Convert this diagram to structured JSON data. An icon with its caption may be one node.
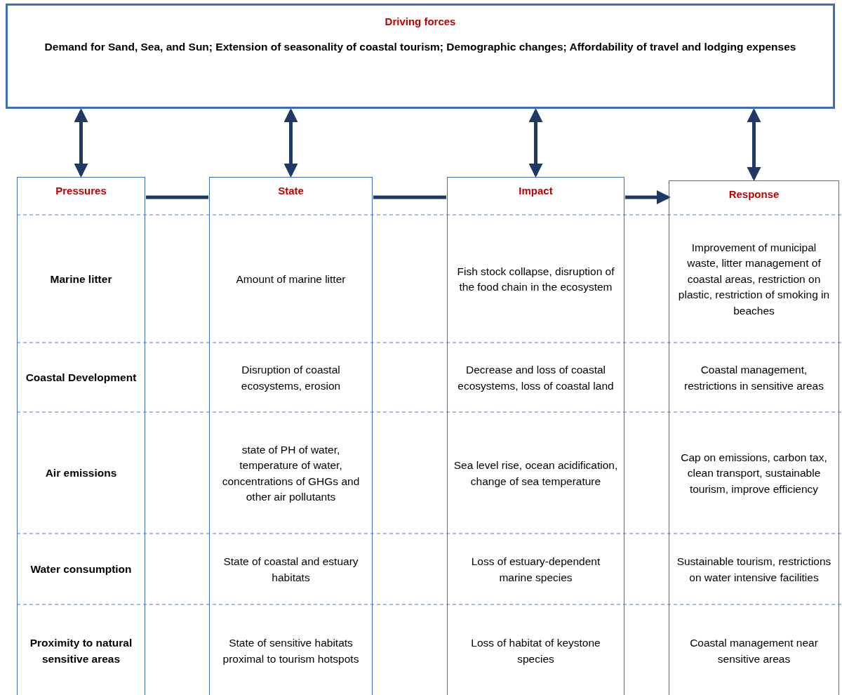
{
  "diagram": {
    "nodes": [
      {
        "text": [
          "Driving forces",
          "Demand for Sand, Sea, and Sun; Extension of seasonality of coastal tourism; Demographic changes; Affordability of travel and lodging expenses"
        ]
      },
      {
        "text": [
          "Pressures"
        ]
      },
      {
        "text": [
          "Marine litter"
        ],
        "in": 1
      },
      {
        "text": [
          "Coastal Development"
        ],
        "in": 1
      },
      {
        "text": [
          "Air emissions"
        ],
        "in": 1
      },
      {
        "text": [
          "Water consumption"
        ],
        "in": 1
      },
      {
        "text": [
          "Proximity to natural sensitive areas"
        ],
        "in": 1
      },
      {
        "text": [
          "State"
        ]
      },
      {
        "text": [
          "Amount of marine litter"
        ],
        "in": 7
      },
      {
        "text": [
          "Disruption of coastal ecosystems, erosion"
        ],
        "in": 7
      },
      {
        "text": [
          "state of PH of water, temperature of water, concentrations of GHGs and other air pollutants"
        ],
        "in": 7
      },
      {
        "text": [
          "State of coastal and estuary habitats"
        ],
        "in": 7
      },
      {
        "text": [
          "State of sensitive habitats proximal to tourism hotspots"
        ],
        "in": 7
      },
      {
        "text": [
          "Impact"
        ]
      },
      {
        "text": [
          "Fish stock collapse, disruption of the food chain in the ecosystem"
        ],
        "in": 13
      },
      {
        "text": [
          "Decrease and loss of coastal ecosystems, loss of coastal land"
        ],
        "in": 13
      },
      {
        "text": [
          "Sea level rise, ocean acidification, change of sea temperature"
        ],
        "in": 13
      },
      {
        "text": [
          "Loss of estuary-dependent marine species"
        ],
        "in": 13
      },
      {
        "text": [
          "Loss of habitat of keystone species"
        ],
        "in": 13
      },
      {
        "text": [
          "Response"
        ]
      },
      {
        "text": [
          "Improvement of municipal waste, litter management of coastal areas, restriction on plastic, restriction of smoking in beaches"
        ],
        "in": 19
      },
      {
        "text": [
          "Coastal management, restrictions in sensitive areas"
        ],
        "in": 19
      },
      {
        "text": [
          "Cap on emissions, carbon tax, clean transport, sustainable tourism, improve efficiency"
        ],
        "in": 19
      },
      {
        "text": [
          "Sustainable tourism, restrictions on water intensive facilities"
        ],
        "in": 19
      },
      {
        "text": [
          "Coastal management near sensitive areas"
        ],
        "in": 19
      }
    ],
    "edges": [
      {
        "from": 0,
        "to": 1,
        "arrow": "both"
      },
      {
        "from": 0,
        "to": 7,
        "arrow": "both"
      },
      {
        "from": 0,
        "to": 13,
        "arrow": "both"
      },
      {
        "from": 0,
        "to": 19,
        "arrow": "both"
      },
      {
        "from": 1,
        "to": 7,
        "arrow": "none"
      },
      {
        "from": 7,
        "to": 13,
        "arrow": "none"
      },
      {
        "from": 13,
        "to": 19,
        "arrow": "to"
      }
    ]
  }
}
